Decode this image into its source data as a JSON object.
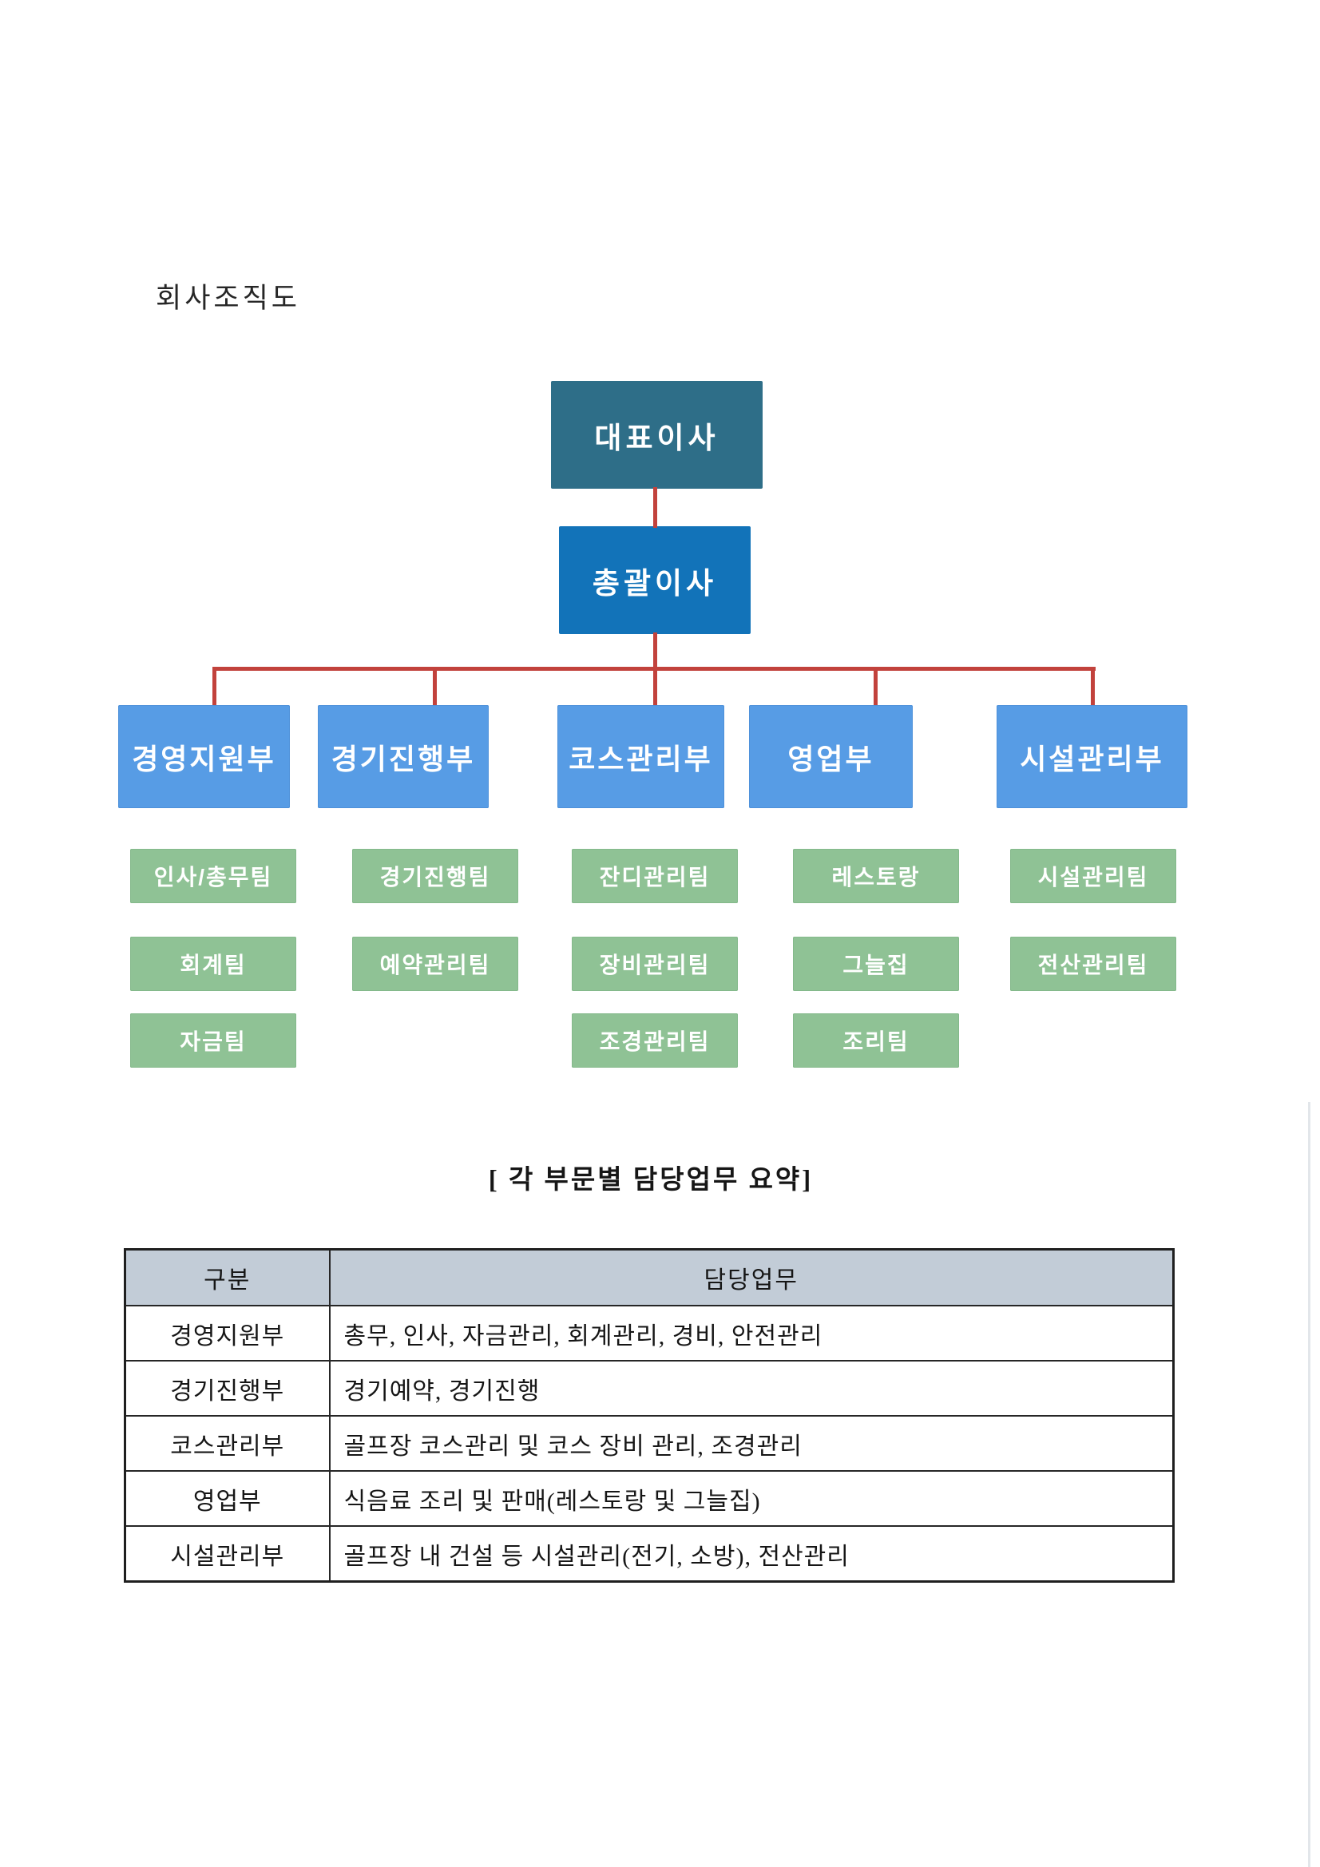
{
  "page": {
    "title": "회사조직도",
    "background": "#ffffff"
  },
  "org_chart": {
    "ceo": "대표이사",
    "managing_director": "총괄이사",
    "departments": [
      {
        "name": "경영지원부",
        "teams": [
          "인사/총무팀",
          "회계팀",
          "자금팀"
        ]
      },
      {
        "name": "경기진행부",
        "teams": [
          "경기진행팀",
          "예약관리팀"
        ]
      },
      {
        "name": "코스관리부",
        "teams": [
          "잔디관리팀",
          "장비관리팀",
          "조경관리팀"
        ]
      },
      {
        "name": "영업부",
        "teams": [
          "레스토랑",
          "그늘집",
          "조리팀"
        ]
      },
      {
        "name": "시설관리부",
        "teams": [
          "시설관리팀",
          "전산관리팀"
        ]
      }
    ],
    "colors": {
      "ceo_box": "#2e6e88",
      "director_box": "#1273b9",
      "department_box": "#579ce5",
      "team_box": "#8fc295",
      "connector_line": "#c2423c"
    }
  },
  "summary": {
    "title": "[ 각 부문별 담당업무 요약]",
    "table": {
      "headers": [
        "구분",
        "담당업무"
      ],
      "header_bg": "#c2ccd7",
      "rows": [
        {
          "division": "경영지원부",
          "duties": "총무, 인사, 자금관리, 회계관리, 경비, 안전관리"
        },
        {
          "division": "경기진행부",
          "duties": "경기예약, 경기진행"
        },
        {
          "division": "코스관리부",
          "duties": "골프장 코스관리 및 코스 장비 관리, 조경관리"
        },
        {
          "division": "영업부",
          "duties": "식음료 조리 및 판매(레스토랑 및 그늘집)"
        },
        {
          "division": "시설관리부",
          "duties": "골프장 내 건설 등 시설관리(전기, 소방), 전산관리"
        }
      ]
    }
  }
}
